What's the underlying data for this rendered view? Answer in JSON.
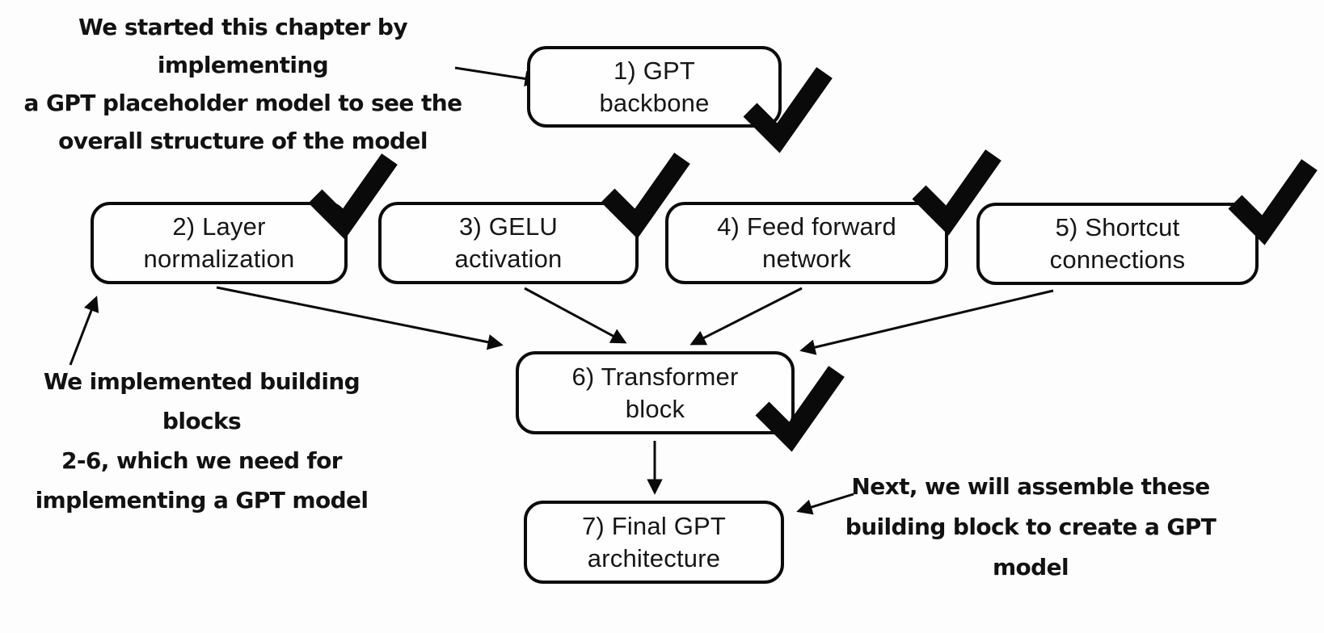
{
  "diagram_title": "GPT model building blocks progress diagram",
  "colors": {
    "ink": "#0a0a0a",
    "box_background": "#fefefe",
    "page_background": "#fdfdfd"
  },
  "icons": {
    "check": "heavy-check-mark",
    "arrow": "thin-line-arrowhead"
  },
  "boxes": [
    {
      "id": 1,
      "label": "1) GPT\nbackbone",
      "checked": true
    },
    {
      "id": 2,
      "label": "2) Layer\nnormalization",
      "checked": true
    },
    {
      "id": 3,
      "label": "3) GELU\nactivation",
      "checked": true
    },
    {
      "id": 4,
      "label": "4) Feed forward\nnetwork",
      "checked": true
    },
    {
      "id": 5,
      "label": "5) Shortcut\nconnections",
      "checked": true
    },
    {
      "id": 6,
      "label": "6) Transformer\nblock",
      "checked": true
    },
    {
      "id": 7,
      "label": "7) Final GPT\narchitecture",
      "checked": false
    }
  ],
  "annotations": {
    "top_left": {
      "lines": [
        "We started this chapter by implementing",
        "a GPT placeholder model to see the",
        "overall structure of the model"
      ]
    },
    "mid_left": {
      "lines": [
        "We implemented building blocks",
        "2-6, which we need for",
        "implementing a GPT model"
      ]
    },
    "bottom_right": {
      "lines": [
        "Next, we will assemble these",
        "building block to create a GPT",
        "model"
      ]
    }
  },
  "connections": [
    "note-top-left to box-1",
    "box-2 to box-6",
    "box-3 to box-6",
    "box-4 to box-6",
    "box-5 to box-6",
    "box-6 to box-7",
    "note-bottom-right to box-7",
    "note-mid-left to box-2"
  ]
}
